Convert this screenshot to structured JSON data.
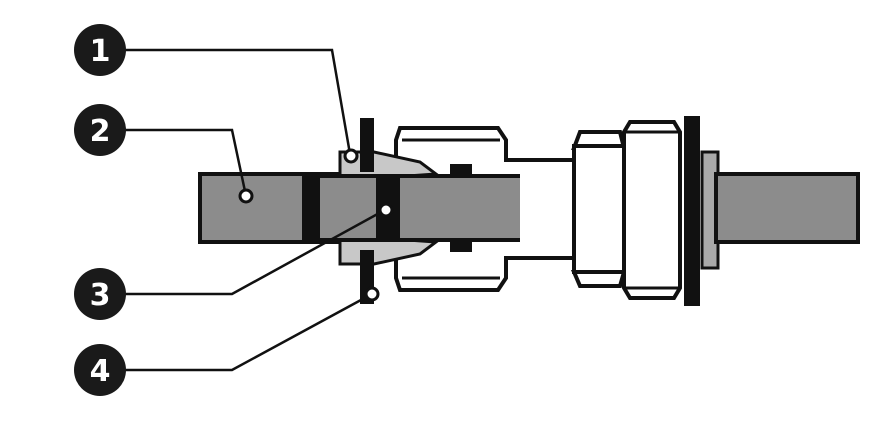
{
  "callouts": [
    {
      "number": "1"
    },
    {
      "number": "2"
    },
    {
      "number": "3"
    },
    {
      "number": "4"
    }
  ],
  "colors": {
    "outline": "#111111",
    "tube": "#8c8c8c",
    "tube_light": "#a9a9a9",
    "collet": "#c8c8c8",
    "body": "#ffffff",
    "background": "#ffffff"
  }
}
